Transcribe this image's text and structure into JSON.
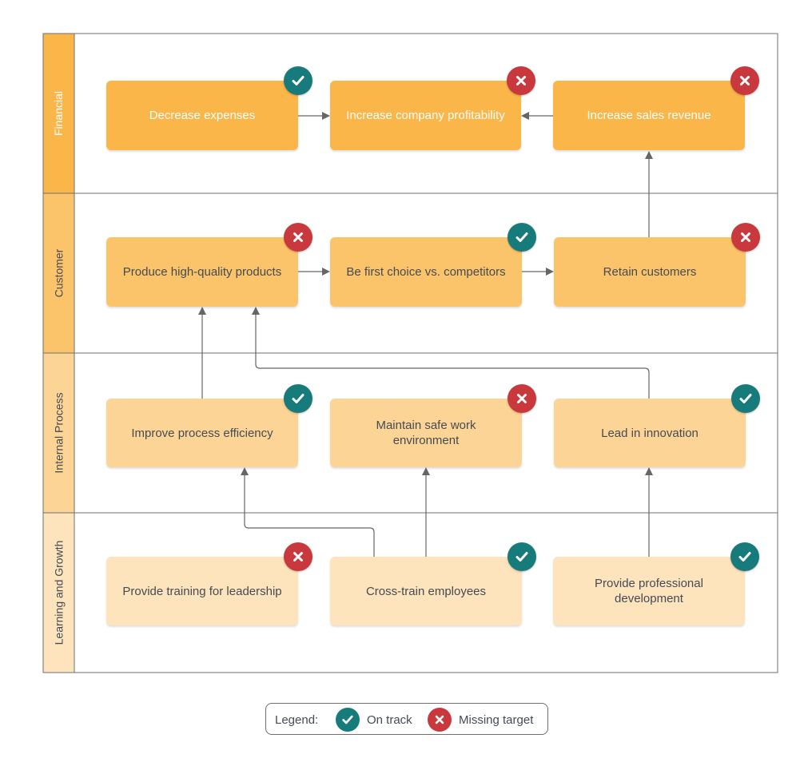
{
  "colors": {
    "on_track": "#177b7b",
    "missing_target": "#c9383d",
    "border": "#6f6f6f",
    "arrow": "#666666",
    "lane_financial": "#fbb64a",
    "lane_customer": "#fbc46b",
    "lane_internal": "#fcd596",
    "lane_learning": "#fde4bd",
    "box_financial": "#fbb64a",
    "box_customer": "#fbc46b",
    "box_internal": "#fcd596",
    "box_learning": "#fde4bd",
    "text_on_dark": "#ffffff",
    "text_on_light": "#444b55"
  },
  "lanes": [
    {
      "id": "financial",
      "label": "Financial"
    },
    {
      "id": "customer",
      "label": "Customer"
    },
    {
      "id": "internal",
      "label": "Internal Process"
    },
    {
      "id": "learning",
      "label": "Learning and Growth"
    }
  ],
  "objectives": {
    "decrease_expenses": {
      "label": "Decrease expenses",
      "status": "on-track"
    },
    "increase_profitability": {
      "label": "Increase company profitability",
      "status": "missing-target"
    },
    "increase_sales": {
      "label": "Increase sales revenue",
      "status": "missing-target"
    },
    "produce_quality": {
      "label": "Produce high-quality products",
      "status": "missing-target"
    },
    "first_choice": {
      "label": "Be first choice vs. competitors",
      "status": "on-track"
    },
    "retain_customers": {
      "label": "Retain customers",
      "status": "missing-target"
    },
    "process_efficiency": {
      "label": "Improve process efficiency",
      "status": "on-track"
    },
    "safe_work": {
      "label": "Maintain safe work environment",
      "status": "missing-target"
    },
    "innovation": {
      "label": "Lead in innovation",
      "status": "on-track"
    },
    "training_leadership": {
      "label": "Provide training for leadership",
      "status": "missing-target"
    },
    "cross_train": {
      "label": "Cross-train employees",
      "status": "on-track"
    },
    "professional_dev": {
      "label": "Provide professional development",
      "status": "on-track"
    }
  },
  "legend": {
    "title": "Legend:",
    "on_track": "On track",
    "missing_target": "Missing target"
  },
  "icons": {
    "on_track": "check-icon",
    "missing_target": "x-icon"
  }
}
